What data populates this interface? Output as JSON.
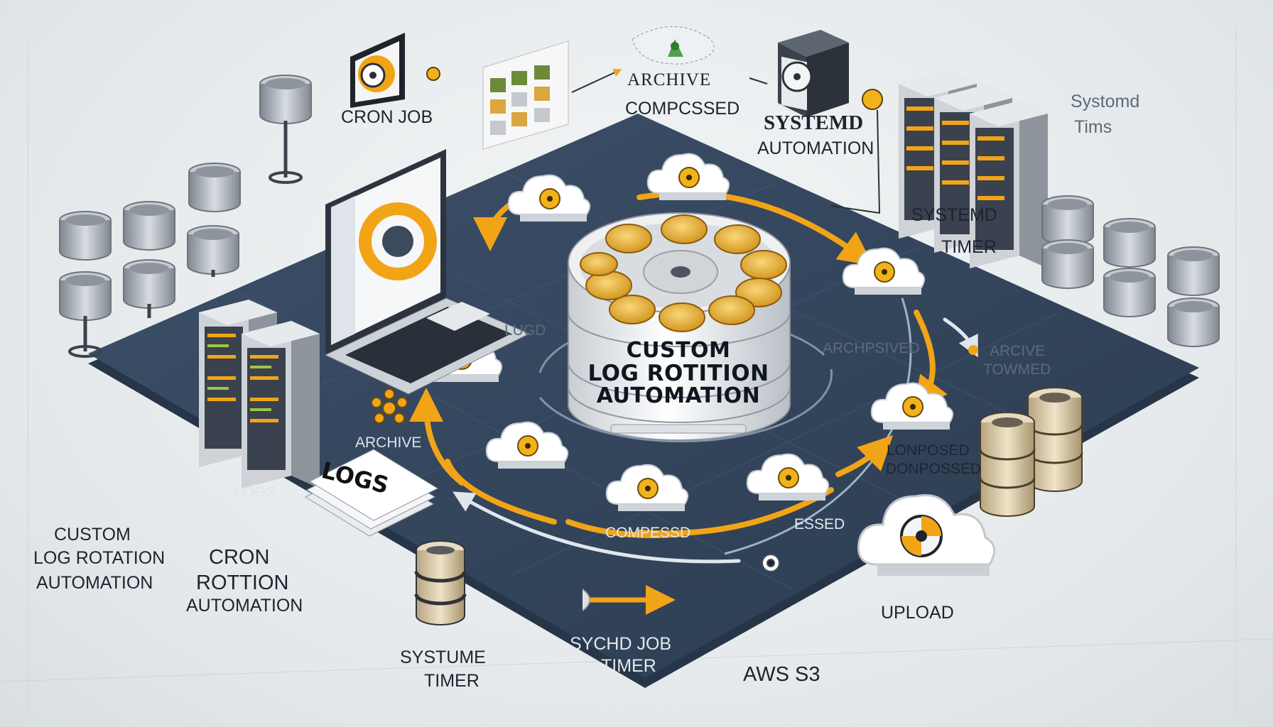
{
  "diagram": {
    "core_label_lines": [
      "CUSTOM",
      "LOG ROTITION",
      "AUTOMATION"
    ],
    "labels": {
      "cron_job": "CRON JOB",
      "archive_top": "ARCHIVE",
      "compessed_top": "COMPCSSED",
      "systemd_automation_1": "SYSTEMD",
      "systemd_automation_2": "AUTOMATION",
      "systemd_tims_1": "Systomd",
      "systemd_tims_2": "Tims",
      "systemd_timer_1": "SYSTEMD",
      "systemd_timer_2": "TIMER",
      "lugd": "LUGD",
      "archpsived": "ARCHPSIVED",
      "arcive_towmed_1": "ARCIVE",
      "arcive_towmed_2": "TOWMED",
      "archive_left": "ARCHIVE",
      "lonposed_1": "LONPOSED",
      "lonposed_2": "DONPOSSED",
      "logs_small": "LOGS",
      "logs_card": "LOGS",
      "custom_left_1": "CUSTOM",
      "custom_left_2": "LOG ROTATION",
      "custom_left_3": "AUTOMATION",
      "cron_rottion_1": "CRON",
      "cron_rottion_2": "ROTTION",
      "cron_rottion_3": "AUTOMATION",
      "compesed_bottom": "COMPESSD",
      "essed": "ESSED",
      "upload": "UPLOAD",
      "systume_timer_1": "SYSTUME",
      "systume_timer_2": "TIMER",
      "sychd_job_1": "SYCHD JOB",
      "sychd_job_2": "TIMER",
      "aws_s3": "AWS S3"
    },
    "colors": {
      "platform": "#34465c",
      "platform_edge": "#263548",
      "accent_orange": "#f2a417",
      "disk_gold": "#e9b43c",
      "cloud_white": "#ffffff",
      "server_dark": "#3a4350",
      "text_dark": "#1d2430"
    }
  }
}
